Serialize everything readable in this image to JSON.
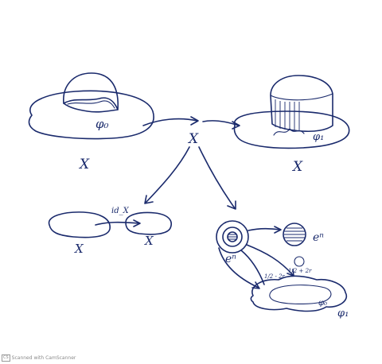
{
  "labels": {
    "phi0": "φ₀",
    "phi1_top": "φ₁",
    "center_X": "X",
    "x_left_top": "X",
    "x_right_top": "X",
    "id_x": "id_X",
    "x_bottom_left_a": "X",
    "x_bottom_left_b": "X",
    "e_n_right": "eⁿ",
    "e_n_left": "eⁿ",
    "phi1_bottom": "φ₁",
    "small_label_1": "1/2 - 2r",
    "small_label_2": "1/2 + 2r"
  },
  "footer": {
    "logo": "CS",
    "text": "Scanned with CamScanner"
  },
  "colors": {
    "ink": "#1a2a6c",
    "footer": "#8a8a8a"
  }
}
